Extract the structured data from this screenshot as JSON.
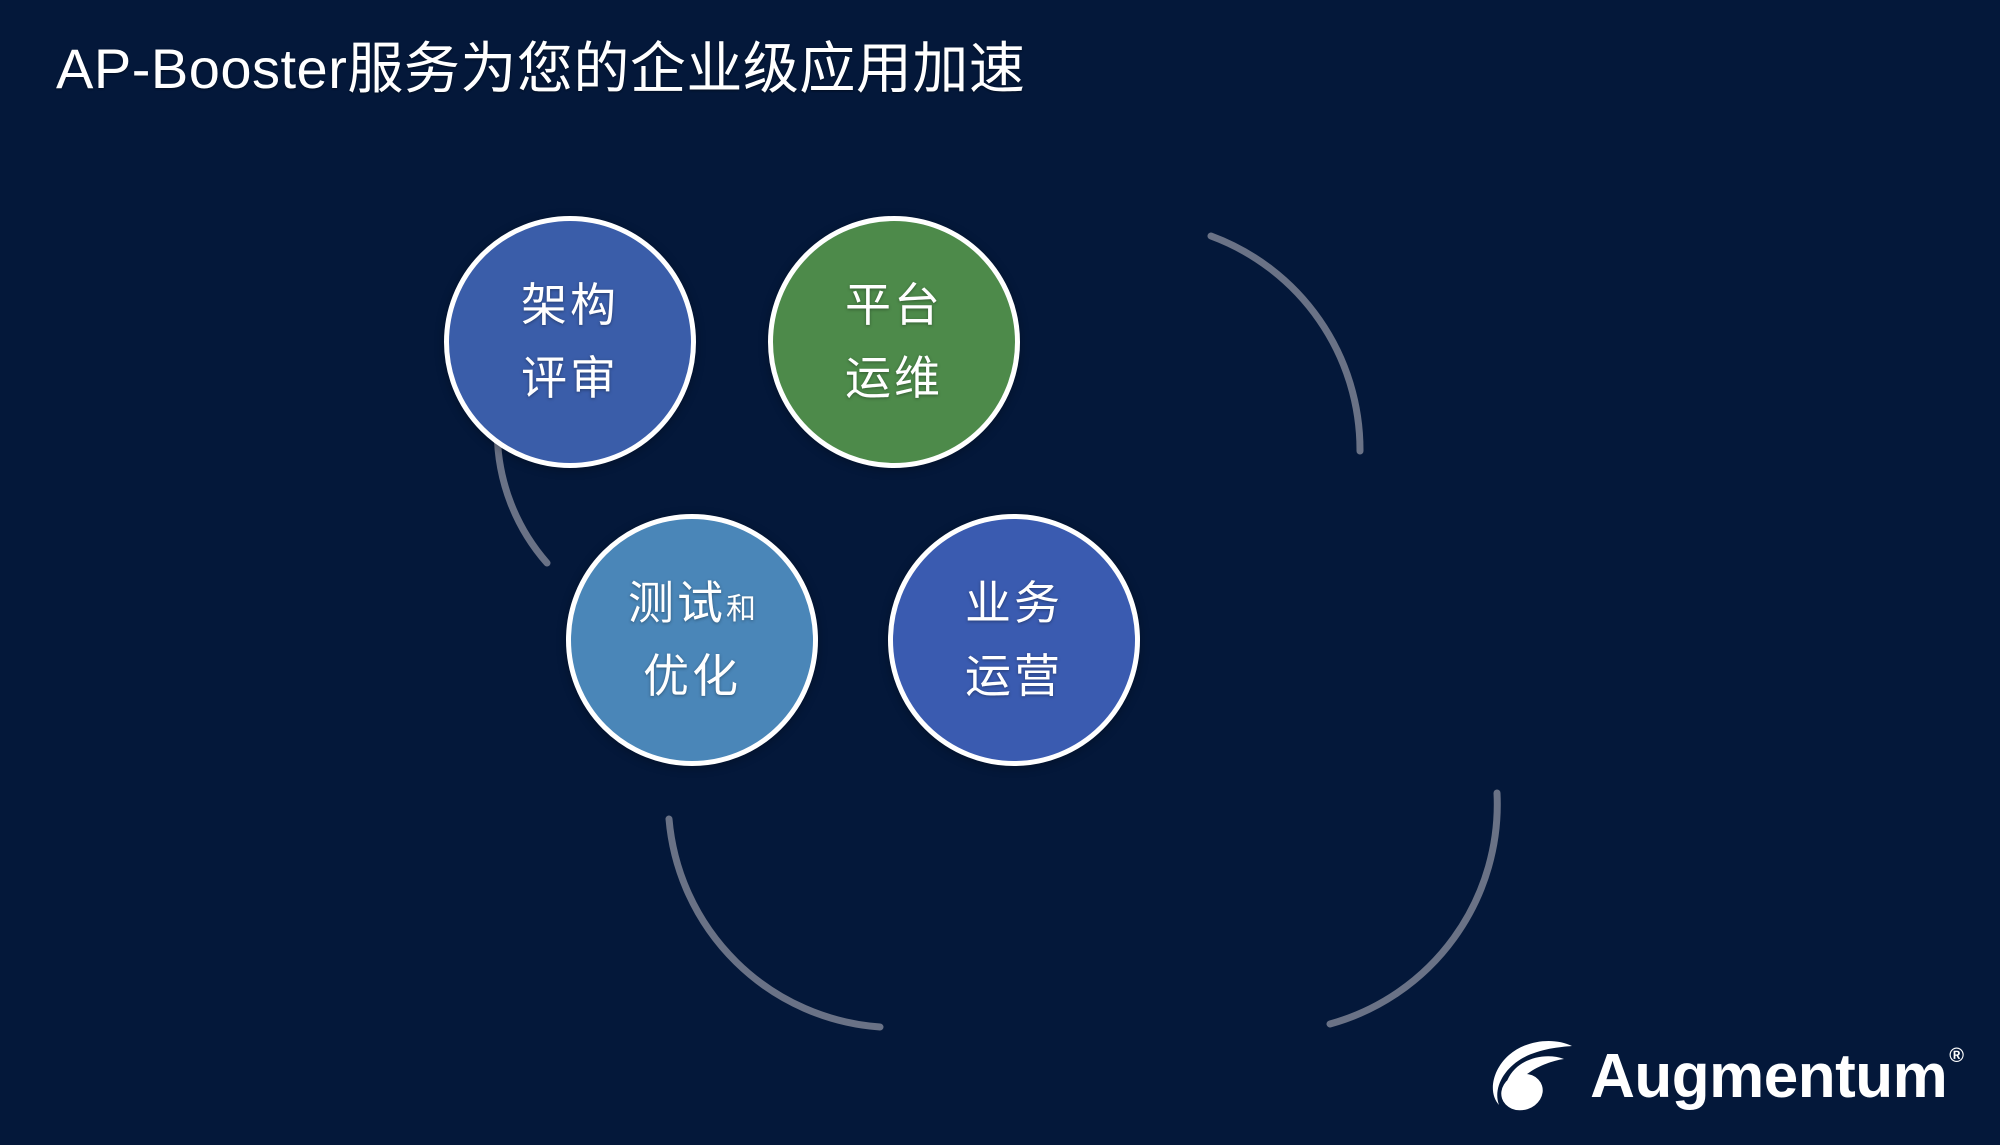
{
  "slide": {
    "background_color": "#04183a",
    "title": "AP-Booster服务为您的企业级应用加速"
  },
  "diagram": {
    "arc_color": "#6a7286",
    "circle_border_color": "#ffffff",
    "nodes": [
      {
        "id": "architecture-review",
        "line1": "架构",
        "line2": "评审",
        "color": "#3a5da9",
        "position": "top-left"
      },
      {
        "id": "platform-operations",
        "line1": "平台",
        "line2": "运维",
        "color": "#4d8a4a",
        "position": "top-right"
      },
      {
        "id": "testing-optimization",
        "line1": "测试",
        "line1_suffix": "和",
        "line2": "优化",
        "color": "#4a86b8",
        "position": "bottom-left"
      },
      {
        "id": "business-operations",
        "line1": "业务",
        "line2": "运营",
        "color": "#3a5bb0",
        "position": "bottom-right"
      }
    ]
  },
  "logo": {
    "wordmark": "Augmentum",
    "registered_mark": "®",
    "mark_name": "augmentum-swirl-icon"
  }
}
